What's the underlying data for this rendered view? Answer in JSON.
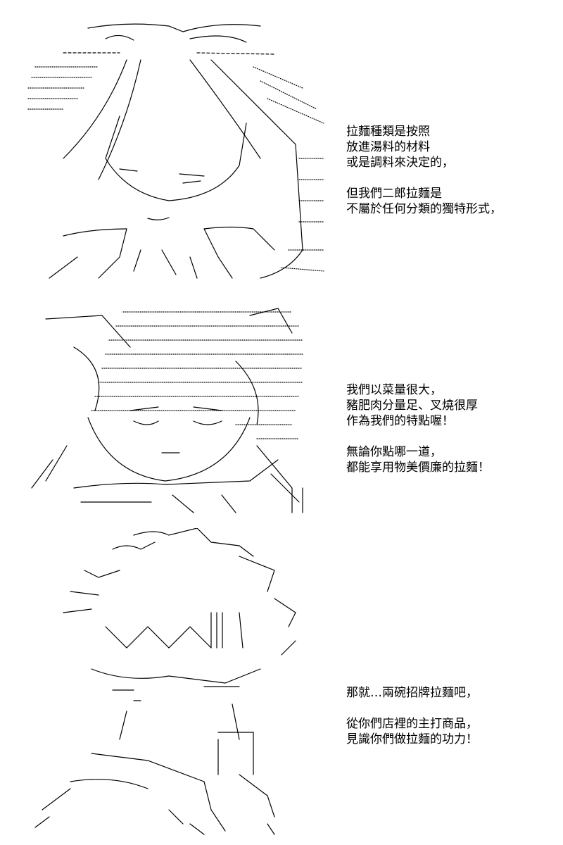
{
  "panels": [
    {
      "art": {
        "subject": "long-haired-character-ascii-art"
      },
      "text": {
        "lines": [
          "拉麵種類是按照",
          "放進湯料的材料",
          "或是調料來決定的，"
        ],
        "lines2": [
          "但我們二郎拉麵是",
          "不屬於任何分類的獨特形式，"
        ]
      }
    },
    {
      "art": {
        "subject": "cat-eared-character-ascii-art"
      },
      "text": {
        "lines": [
          "我們以菜量很大，",
          "豬肥肉分量足、叉燒很厚",
          "作為我們的特點喔！"
        ],
        "lines2": [
          "無論你點哪一道，",
          "都能享用物美價廉的拉麵！"
        ]
      }
    },
    {
      "art": {
        "subject": "spiky-haired-character-ascii-art"
      },
      "text": {
        "lines": [
          "那就…兩碗招牌拉麵吧，"
        ],
        "lines2": [
          "從你們店裡的主打商品，",
          "見識你們做拉麵的功力！"
        ]
      }
    }
  ]
}
